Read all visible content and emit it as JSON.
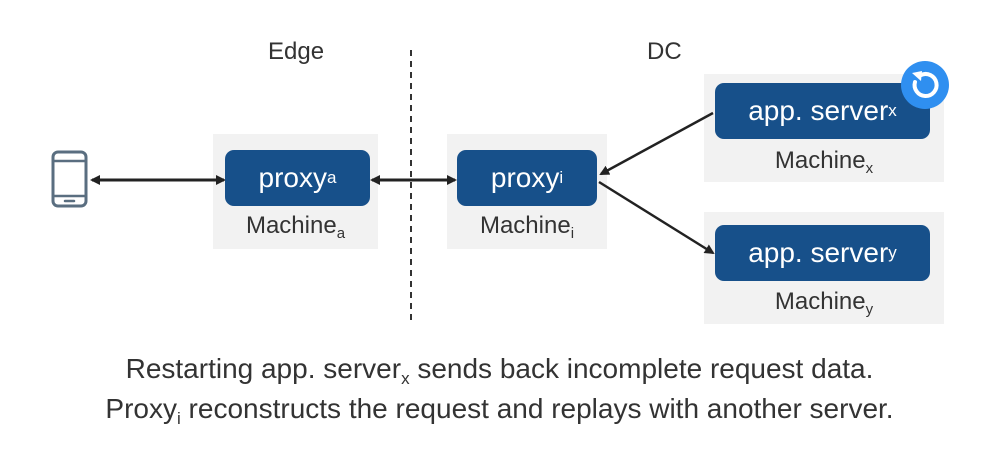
{
  "zones": {
    "edge": "Edge",
    "dc": "DC"
  },
  "nodes": {
    "proxy_a": {
      "name": "proxy",
      "sub": "a"
    },
    "proxy_i": {
      "name": "proxy",
      "sub": "i"
    },
    "server_x": {
      "name": "app. server",
      "sub": "x"
    },
    "server_y": {
      "name": "app. server",
      "sub": "y"
    }
  },
  "machines": {
    "a": {
      "name": "Machine",
      "sub": "a"
    },
    "i": {
      "name": "Machine",
      "sub": "i"
    },
    "x": {
      "name": "Machine",
      "sub": "x"
    },
    "y": {
      "name": "Machine",
      "sub": "y"
    }
  },
  "caption": {
    "line1_pre": "Restarting app. server",
    "line1_sub": "x",
    "line1_post": " sends back incomplete request data.",
    "line2_pre": "Proxy",
    "line2_sub": "i",
    "line2_post": " reconstructs the request and replays with another server."
  },
  "icons": {
    "client": "smartphone-icon",
    "restart": "restart-icon"
  },
  "colors": {
    "node_fill": "#17508a",
    "restart_badge": "#2f8ff0",
    "machine_bg": "#f2f2f2",
    "arrow": "#222222",
    "phone": "#5a6e80"
  }
}
